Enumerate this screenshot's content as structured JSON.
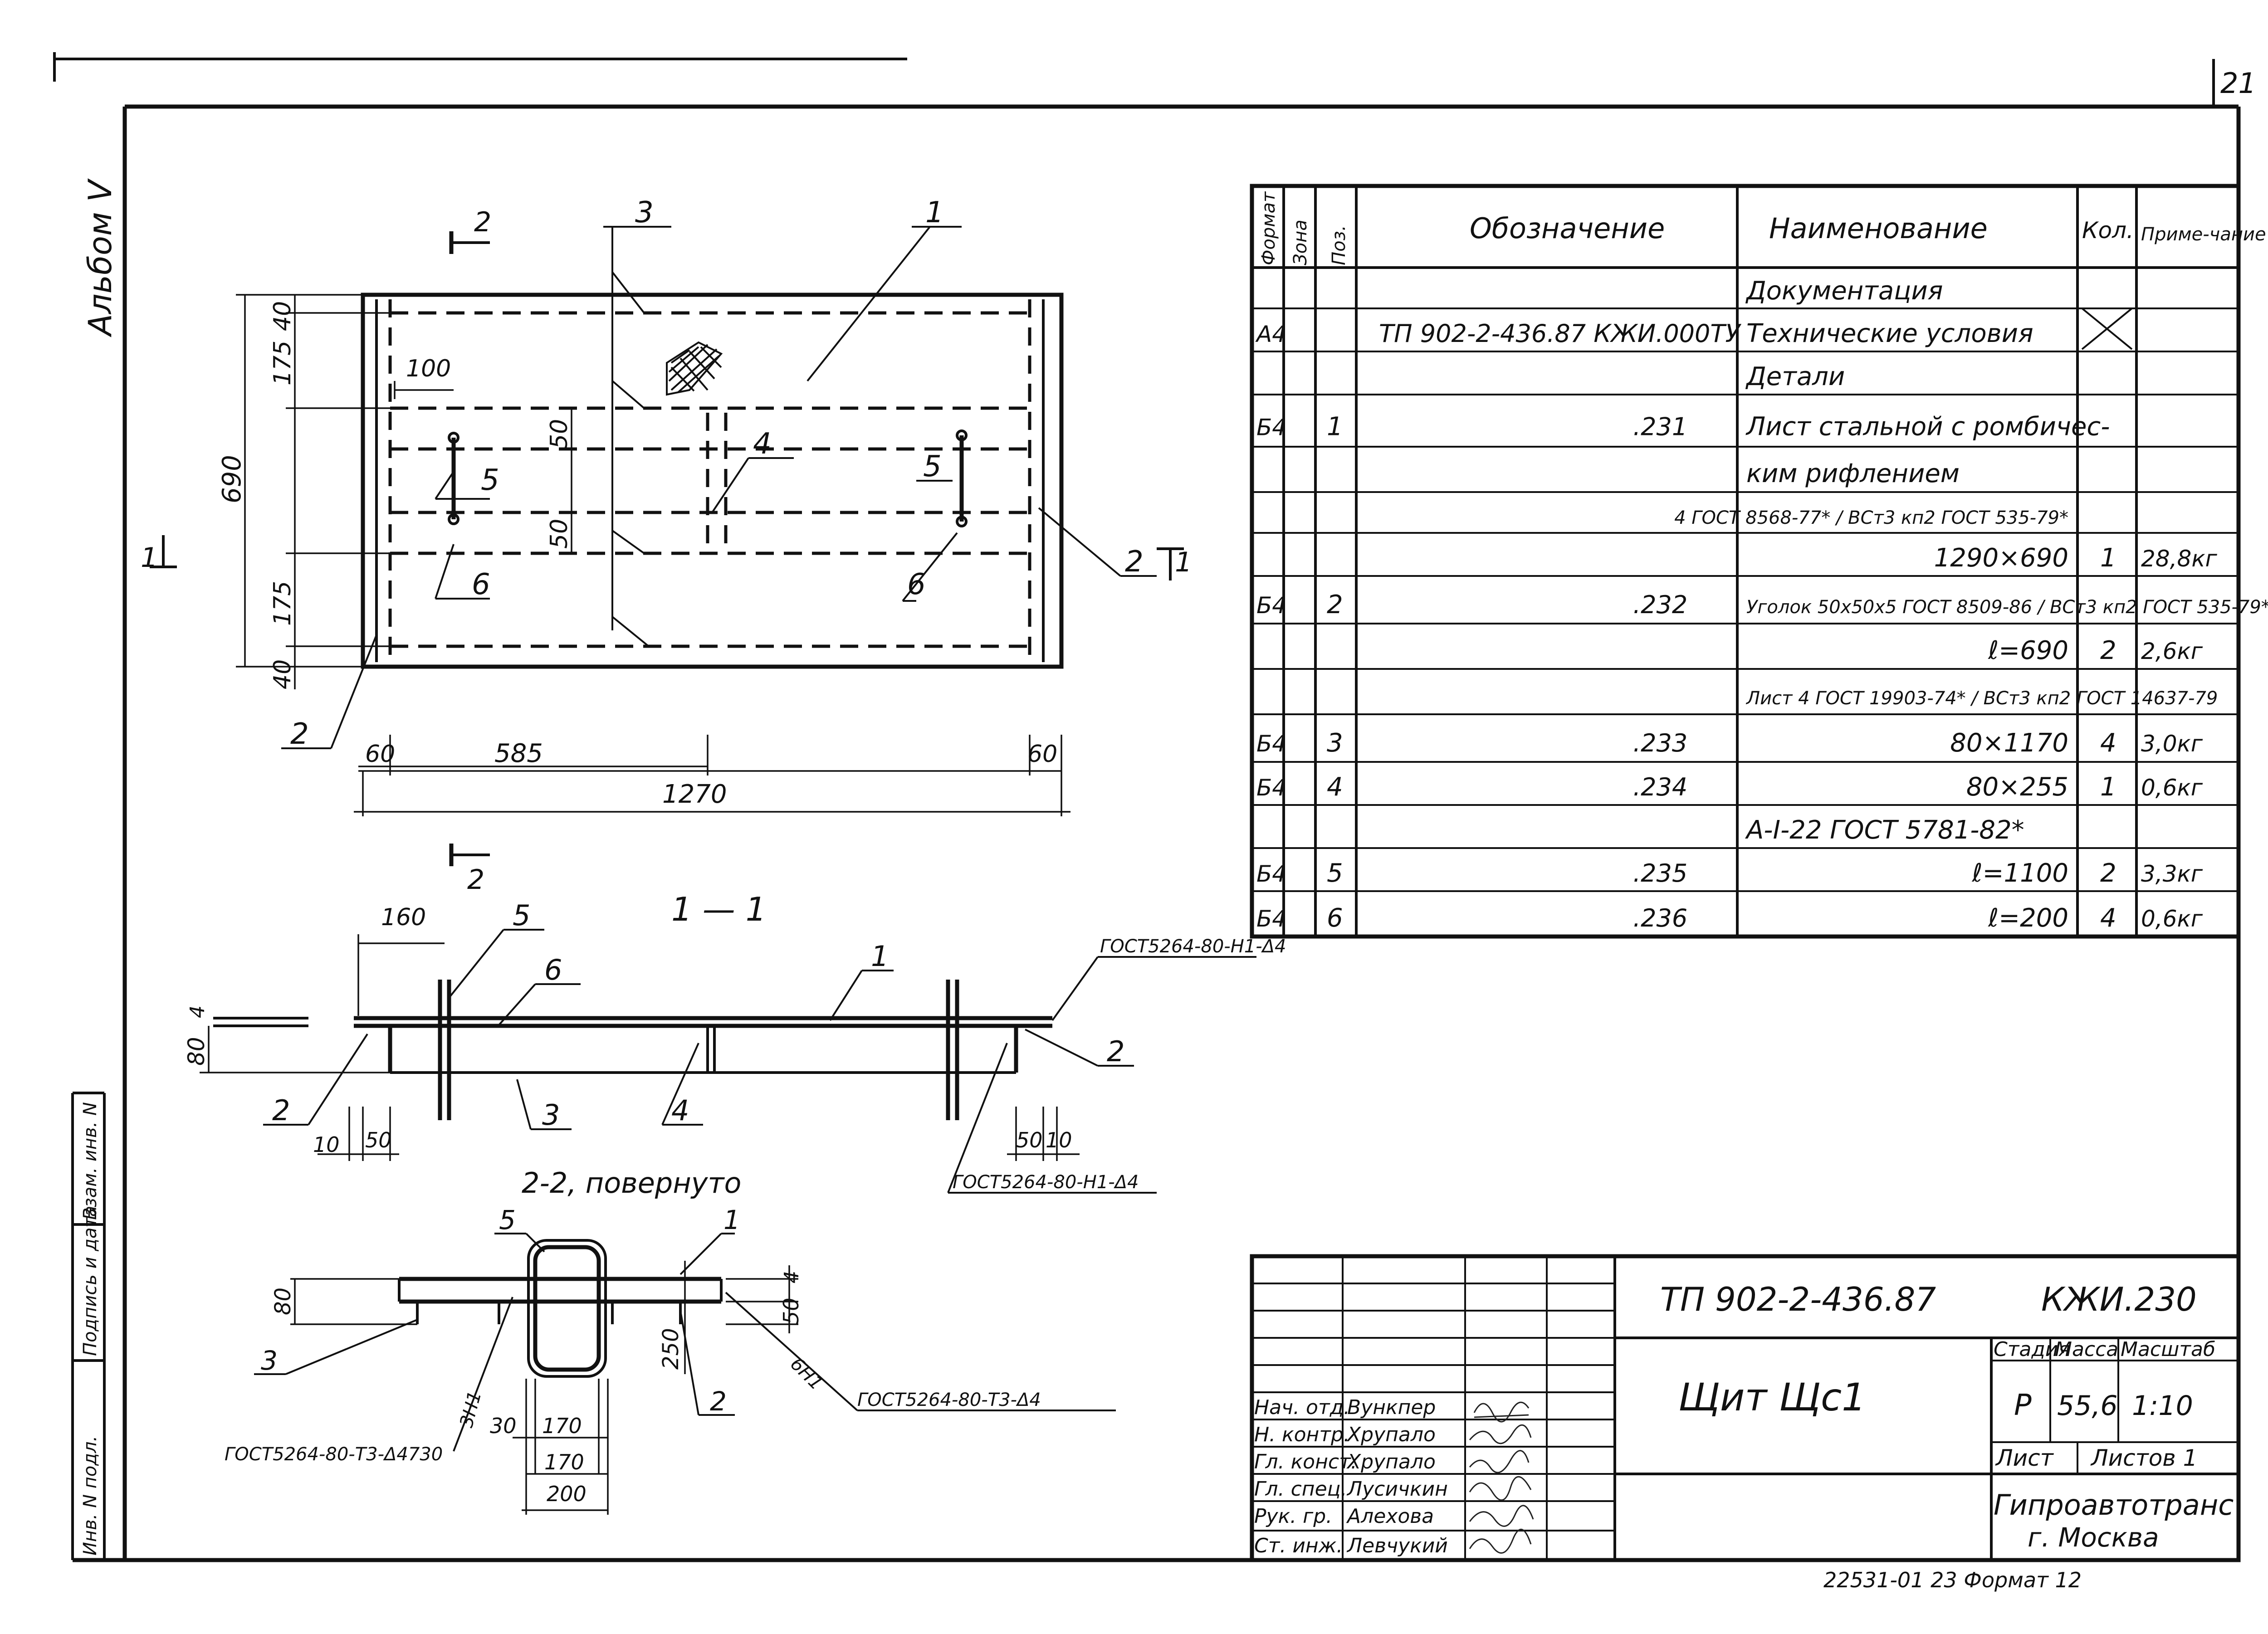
{
  "page_number": "21",
  "album_label": "Альбом V",
  "left_stamp": {
    "inv_podl": "Инв. N подл.",
    "podpis_data": "Подпись и дата",
    "vzam_inv": "Взам. инв. N"
  },
  "plan_view": {
    "section_mark_2": "2",
    "section_mark_1": "1",
    "positions": [
      "1",
      "2",
      "3",
      "4",
      "5",
      "6"
    ],
    "dims": {
      "d100": "100",
      "d50a": "50",
      "d50b": "50",
      "d175a": "175",
      "d40a": "40",
      "d690": "690",
      "d175b": "175",
      "d40b": "40",
      "d60a": "60",
      "d585": "585",
      "d60b": "60",
      "d1270": "1270"
    }
  },
  "section_1_1": {
    "title": "1 — 1",
    "gost_top": "ГОСТ5264-80-Н1-Δ4",
    "gost_bottom": "ГОСТ5264-80-Н1-Δ4",
    "dims": {
      "d160": "160",
      "d80": "80",
      "d4": "4",
      "d10a": "10",
      "d50a": "50",
      "d50b": "50",
      "d10b": "10"
    }
  },
  "section_2_2": {
    "title": "2-2, повернуто",
    "gost_right": "ГОСТ5264-80-Т3-Δ4",
    "gost_left": "ГОСТ5264-80-Т3-Δ4730",
    "weld_3h1": "3Н1",
    "weld_6h1": "6Н1",
    "dims": {
      "d80": "80",
      "d4": "4",
      "d50": "50",
      "d250": "250",
      "d30": "30",
      "d170a": "170",
      "d170b": "170",
      "d200": "200"
    }
  },
  "spec_table": {
    "headers": [
      "Формат",
      "Зона",
      "Поз.",
      "Обозначение",
      "Наименование",
      "Кол.",
      "Приме-чание"
    ],
    "rows": [
      {
        "format": "",
        "zone": "",
        "pos": "",
        "designation": "",
        "name": "Документация",
        "qty": "",
        "note": ""
      },
      {
        "format": "А4",
        "zone": "",
        "pos": "",
        "designation": "ТП 902-2-436.87   КЖИ.000ТУ",
        "name": "Технические условия",
        "qty": "",
        "note": ""
      },
      {
        "format": "",
        "zone": "",
        "pos": "",
        "designation": "",
        "name": "Детали",
        "qty": "",
        "note": ""
      },
      {
        "format": "Б4",
        "zone": "",
        "pos": "1",
        "designation": ".231",
        "name": "Лист стальной с ромбичес-",
        "qty": "",
        "note": ""
      },
      {
        "format": "",
        "zone": "",
        "pos": "",
        "designation": "",
        "name": "ким рифлением",
        "qty": "",
        "note": ""
      },
      {
        "format": "",
        "zone": "",
        "pos": "",
        "designation": "",
        "name": "4 ГОСТ 8568-77* / ВСт3 кп2 ГОСТ 535-79*",
        "qty": "",
        "note": ""
      },
      {
        "format": "",
        "zone": "",
        "pos": "",
        "designation": "",
        "name": "1290×690",
        "qty": "1",
        "note": "28,8кг"
      },
      {
        "format": "Б4",
        "zone": "",
        "pos": "2",
        "designation": ".232",
        "name": "Уголок 50х50х5 ГОСТ 8509-86 / ВСт3 кп2 ГОСТ 535-79*",
        "qty": "",
        "note": ""
      },
      {
        "format": "",
        "zone": "",
        "pos": "",
        "designation": "",
        "name": "ℓ=690",
        "qty": "2",
        "note": "2,6кг"
      },
      {
        "format": "",
        "zone": "",
        "pos": "",
        "designation": "",
        "name": "Лист 4 ГОСТ 19903-74* / ВСт3 кп2 ГОСТ 14637-79",
        "qty": "",
        "note": ""
      },
      {
        "format": "Б4",
        "zone": "",
        "pos": "3",
        "designation": ".233",
        "name": "80×1170",
        "qty": "4",
        "note": "3,0кг"
      },
      {
        "format": "Б4",
        "zone": "",
        "pos": "4",
        "designation": ".234",
        "name": "80×255",
        "qty": "1",
        "note": "0,6кг"
      },
      {
        "format": "",
        "zone": "",
        "pos": "",
        "designation": "",
        "name": "А-I-22 ГОСТ 5781-82*",
        "qty": "",
        "note": ""
      },
      {
        "format": "Б4",
        "zone": "",
        "pos": "5",
        "designation": ".235",
        "name": "ℓ=1100",
        "qty": "2",
        "note": "3,3кг"
      },
      {
        "format": "Б4",
        "zone": "",
        "pos": "6",
        "designation": ".236",
        "name": "ℓ=200",
        "qty": "4",
        "note": "0,6кг"
      }
    ]
  },
  "title_block": {
    "doc_code": "ТП 902-2-436.87",
    "sheet_code": "КЖИ.230",
    "item_name": "Щит Щс1",
    "stage_label": "Стадия",
    "mass_label": "Масса",
    "scale_label": "Масштаб",
    "stage": "Р",
    "mass": "55,6",
    "scale": "1:10",
    "sheet_label": "Лист",
    "sheets_label": "Листов 1",
    "org": "Гипроавтотранс",
    "city": "г. Москва",
    "roles": [
      {
        "role": "Нач. отд.",
        "name": "Вункпер"
      },
      {
        "role": "Н. контр.",
        "name": "Хрупало"
      },
      {
        "role": "Гл. конст.",
        "name": "Хрупало"
      },
      {
        "role": "Гл. спец.",
        "name": "Лусичкин"
      },
      {
        "role": "Рук. гр.",
        "name": "Алехова"
      },
      {
        "role": "Ст. инж.",
        "name": "Левчукий"
      }
    ]
  },
  "bottom_code": "22531-01  23  Формат 12"
}
